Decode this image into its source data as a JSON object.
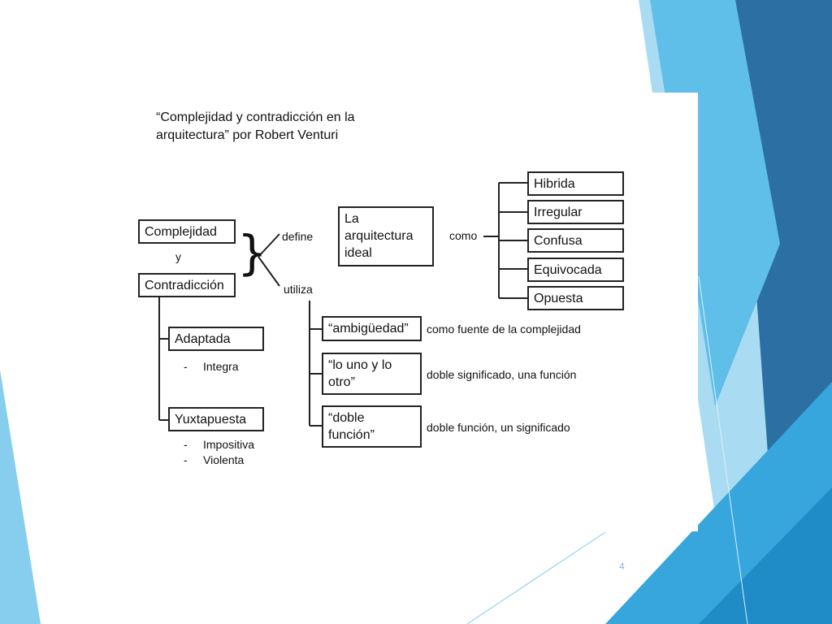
{
  "title_lines": [
    "“Complejidad y contradicción en la",
    "arquitectura” por Robert Venturi"
  ],
  "left": {
    "complejidad": "Complejidad",
    "connector_y": "y",
    "contradiccion": "Contradicción",
    "adaptada": "Adaptada",
    "adaptada_items": [
      "Integra"
    ],
    "yuxtapuesta": "Yuxtapuesta",
    "yuxtapuesta_items": [
      "Impositiva",
      "Violenta"
    ]
  },
  "brace": "}",
  "define_label": "define",
  "utiliza_label": "utiliza",
  "ideal_lines": [
    "La",
    "arquitectura",
    "ideal"
  ],
  "como_label": "como",
  "types": [
    "Hibrida",
    "Irregular",
    "Confusa",
    "Equivocada",
    "Opuesta"
  ],
  "concepts": [
    {
      "lines": [
        "“ambigüedad”"
      ],
      "desc": "como fuente de la complejidad"
    },
    {
      "lines": [
        "“lo uno y lo",
        "otro”"
      ],
      "desc": "doble significado, una función"
    },
    {
      "lines": [
        "“doble",
        "función”"
      ],
      "desc": "doble función, un significado"
    }
  ],
  "list_dash": "-",
  "page_number": "4",
  "colors": {
    "bg_light": "#8fd3f0",
    "bg_mid": "#3fb0e0",
    "bg_dark": "#2e7fb4",
    "bg_deep": "#1f5f92"
  }
}
